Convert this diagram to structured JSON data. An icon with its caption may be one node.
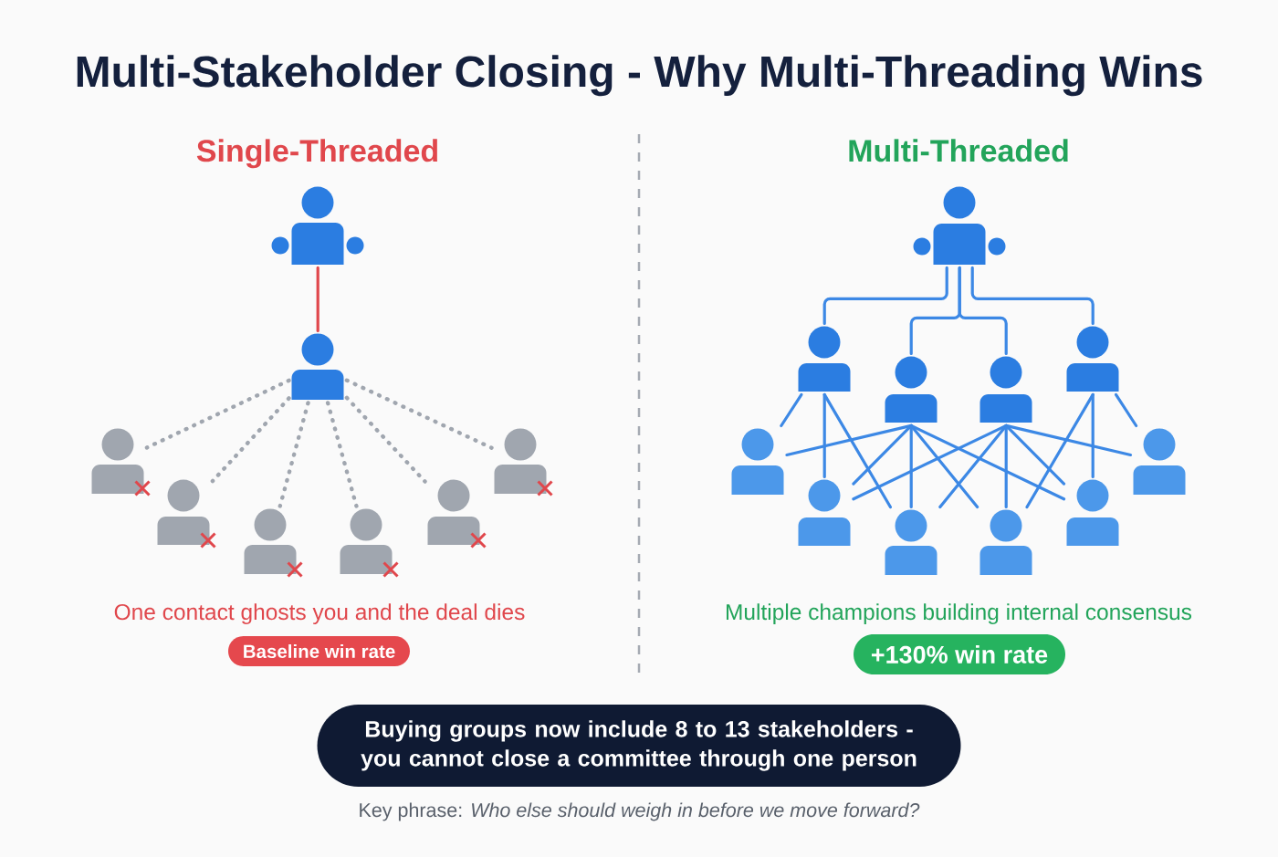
{
  "diagram": {
    "title": "Multi-Stakeholder Closing - Why Multi-Threading Wins",
    "nodes": [
      {
        "text": [],
        "shape": "person"
      },
      {
        "text": [],
        "shape": "person"
      },
      {
        "text": [],
        "shape": "person"
      },
      {
        "text": [],
        "shape": "person"
      },
      {
        "text": [],
        "shape": "person"
      },
      {
        "text": [],
        "shape": "person"
      },
      {
        "text": [],
        "shape": "person"
      },
      {
        "text": [],
        "shape": "person"
      },
      {
        "text": [
          "Baseline win rate"
        ]
      },
      {
        "text": [],
        "shape": "person"
      },
      {
        "text": [],
        "shape": "person"
      },
      {
        "text": [],
        "shape": "person"
      },
      {
        "text": [],
        "shape": "person"
      },
      {
        "text": [],
        "shape": "person"
      },
      {
        "text": [],
        "shape": "person"
      },
      {
        "text": [],
        "shape": "person"
      },
      {
        "text": [],
        "shape": "person"
      },
      {
        "text": [],
        "shape": "person"
      },
      {
        "text": [],
        "shape": "person"
      },
      {
        "text": [],
        "shape": "person"
      },
      {
        "text": [
          "+130% win rate"
        ]
      },
      {
        "text": [
          "Buying groups now include 8 to 13 stakeholders - you cannot close a committee through one person"
        ]
      }
    ],
    "edges": [
      {
        "from": 0,
        "to": 1,
        "arrow": "none",
        "color": "#e0474c"
      },
      {
        "from": 1,
        "to": 2,
        "arrow": "none",
        "style": "dashed",
        "color": "#a0a6af"
      },
      {
        "from": 1,
        "to": 3,
        "arrow": "none",
        "style": "dashed",
        "color": "#a0a6af"
      },
      {
        "from": 1,
        "to": 4,
        "arrow": "none",
        "style": "dashed",
        "color": "#a0a6af"
      },
      {
        "from": 1,
        "to": 5,
        "arrow": "none",
        "style": "dashed",
        "color": "#a0a6af"
      },
      {
        "from": 1,
        "to": 6,
        "arrow": "none",
        "style": "dashed",
        "color": "#a0a6af"
      },
      {
        "from": 1,
        "to": 7,
        "arrow": "none",
        "style": "dashed",
        "color": "#a0a6af"
      },
      {
        "from": 9,
        "to": 10,
        "arrow": "none"
      },
      {
        "from": 9,
        "to": 11,
        "arrow": "none"
      },
      {
        "from": 9,
        "to": 12,
        "arrow": "none"
      },
      {
        "from": 9,
        "to": 13,
        "arrow": "none"
      },
      {
        "from": 10,
        "to": 14,
        "arrow": "none"
      },
      {
        "from": 10,
        "to": 15,
        "arrow": "none"
      },
      {
        "from": 10,
        "to": 16,
        "arrow": "none"
      },
      {
        "from": 11,
        "to": 14,
        "arrow": "none"
      },
      {
        "from": 11,
        "to": 15,
        "arrow": "none"
      },
      {
        "from": 11,
        "to": 16,
        "arrow": "none"
      },
      {
        "from": 11,
        "to": 17,
        "arrow": "none"
      },
      {
        "from": 11,
        "to": 18,
        "arrow": "none"
      },
      {
        "from": 12,
        "to": 15,
        "arrow": "none"
      },
      {
        "from": 12,
        "to": 16,
        "arrow": "none"
      },
      {
        "from": 12,
        "to": 17,
        "arrow": "none"
      },
      {
        "from": 12,
        "to": 18,
        "arrow": "none"
      },
      {
        "from": 12,
        "to": 19,
        "arrow": "none"
      },
      {
        "from": 13,
        "to": 17,
        "arrow": "none"
      },
      {
        "from": 13,
        "to": 18,
        "arrow": "none"
      },
      {
        "from": 13,
        "to": 19,
        "arrow": "none"
      }
    ],
    "labels": [
      "Single-Threaded",
      "Multi-Threaded",
      "One contact ghosts you and the deal dies",
      "Multiple champions building internal consensus",
      "Key phrase: *Who else should weigh in before we move forward?*"
    ]
  }
}
